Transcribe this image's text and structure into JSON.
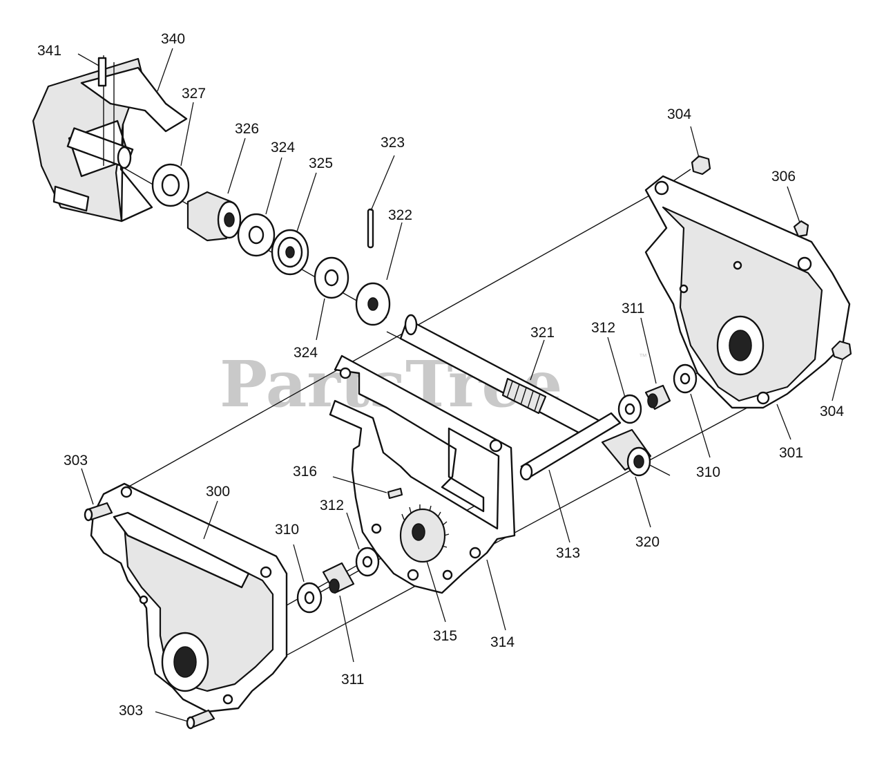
{
  "watermark": {
    "text": "PartsTree",
    "trademark": "™"
  },
  "callouts": [
    {
      "id": "341",
      "text": "341"
    },
    {
      "id": "340",
      "text": "340"
    },
    {
      "id": "327",
      "text": "327"
    },
    {
      "id": "326",
      "text": "326"
    },
    {
      "id": "324a",
      "text": "324"
    },
    {
      "id": "325",
      "text": "325"
    },
    {
      "id": "323",
      "text": "323"
    },
    {
      "id": "322",
      "text": "322"
    },
    {
      "id": "324b",
      "text": "324"
    },
    {
      "id": "304a",
      "text": "304"
    },
    {
      "id": "306",
      "text": "306"
    },
    {
      "id": "321",
      "text": "321"
    },
    {
      "id": "312a",
      "text": "312"
    },
    {
      "id": "311a",
      "text": "311"
    },
    {
      "id": "304b",
      "text": "304"
    },
    {
      "id": "310a",
      "text": "310"
    },
    {
      "id": "301",
      "text": "301"
    },
    {
      "id": "316",
      "text": "316"
    },
    {
      "id": "303a",
      "text": "303"
    },
    {
      "id": "300",
      "text": "300"
    },
    {
      "id": "312b",
      "text": "312"
    },
    {
      "id": "310b",
      "text": "310"
    },
    {
      "id": "313",
      "text": "313"
    },
    {
      "id": "320",
      "text": "320"
    },
    {
      "id": "315",
      "text": "315"
    },
    {
      "id": "314",
      "text": "314"
    },
    {
      "id": "311b",
      "text": "311"
    },
    {
      "id": "303b",
      "text": "303"
    }
  ]
}
